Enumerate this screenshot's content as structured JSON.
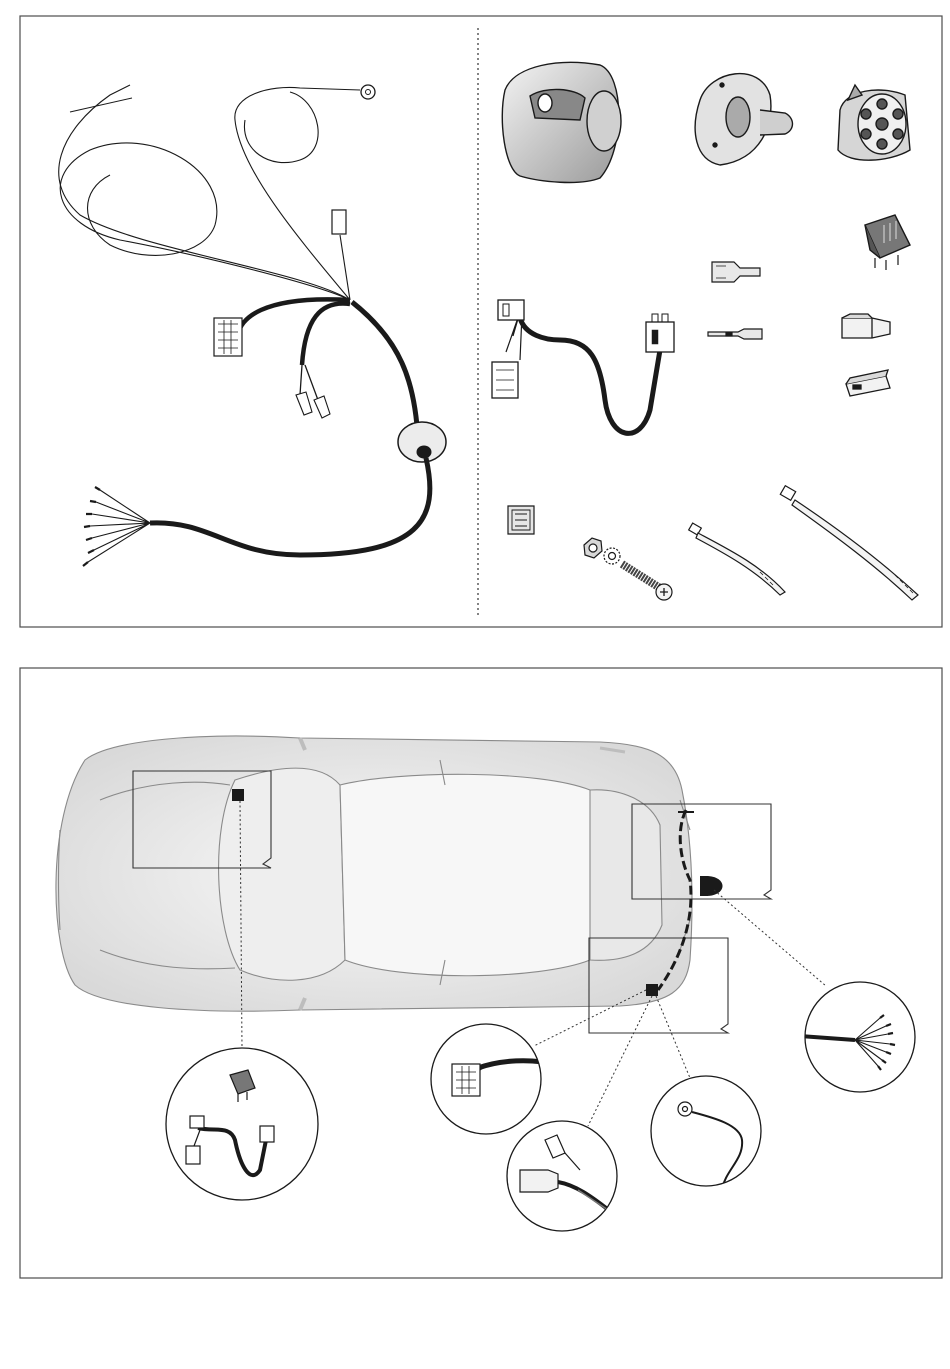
{
  "panels": [
    {
      "name": "kit-contents-panel",
      "items": [
        "wiring-harness",
        "socket-cover",
        "socket-seal",
        "seven-pin-socket",
        "relay",
        "adapter-harness",
        "spade-connector",
        "blade-connector",
        "bullet-housing",
        "flat-connector",
        "clip",
        "bolt-nut-washer",
        "cable-tie-small",
        "cable-tie-large"
      ]
    },
    {
      "name": "installation-diagram-panel",
      "items": [
        "car-top-view",
        "detail-relay-adapter",
        "detail-lamp-plug",
        "detail-earth-ring",
        "detail-bullet-connector",
        "detail-wire-ends"
      ]
    }
  ],
  "colors": {
    "line": "#1a1a1a",
    "frame": "#4d4d4d",
    "body_shade": "#e6e6e6",
    "body_light": "#f3f3f3"
  }
}
